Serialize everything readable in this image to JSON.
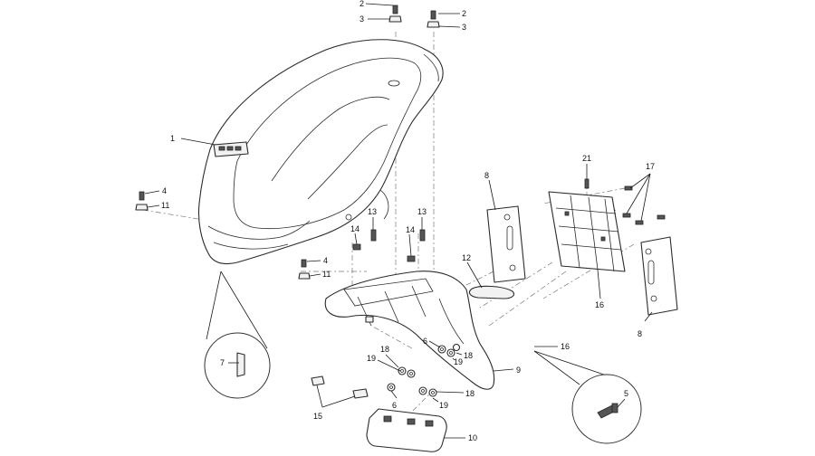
{
  "diagram": {
    "callouts": [
      {
        "id": "c1",
        "label": "1"
      },
      {
        "id": "c2a",
        "label": "2"
      },
      {
        "id": "c3a",
        "label": "3"
      },
      {
        "id": "c2b",
        "label": "2"
      },
      {
        "id": "c3b",
        "label": "3"
      },
      {
        "id": "c4a",
        "label": "4"
      },
      {
        "id": "c11a",
        "label": "11"
      },
      {
        "id": "c4b",
        "label": "4"
      },
      {
        "id": "c11b",
        "label": "11"
      },
      {
        "id": "c13a",
        "label": "13"
      },
      {
        "id": "c13b",
        "label": "13"
      },
      {
        "id": "c14a",
        "label": "14"
      },
      {
        "id": "c14b",
        "label": "14"
      },
      {
        "id": "c12",
        "label": "12"
      },
      {
        "id": "c8a",
        "label": "8"
      },
      {
        "id": "c8b",
        "label": "8"
      },
      {
        "id": "c21",
        "label": "21"
      },
      {
        "id": "c17",
        "label": "17"
      },
      {
        "id": "c16a",
        "label": "16"
      },
      {
        "id": "c16b",
        "label": "16"
      },
      {
        "id": "c6a",
        "label": "6"
      },
      {
        "id": "c6b",
        "label": "6"
      },
      {
        "id": "c18a",
        "label": "18"
      },
      {
        "id": "c18b",
        "label": "18"
      },
      {
        "id": "c18c",
        "label": "18"
      },
      {
        "id": "c19a",
        "label": "19"
      },
      {
        "id": "c19b",
        "label": "19"
      },
      {
        "id": "c19c",
        "label": "19"
      },
      {
        "id": "c9",
        "label": "9"
      },
      {
        "id": "c7",
        "label": "7"
      },
      {
        "id": "c15",
        "label": "15"
      },
      {
        "id": "c10",
        "label": "10"
      },
      {
        "id": "c5",
        "label": "5"
      }
    ]
  }
}
